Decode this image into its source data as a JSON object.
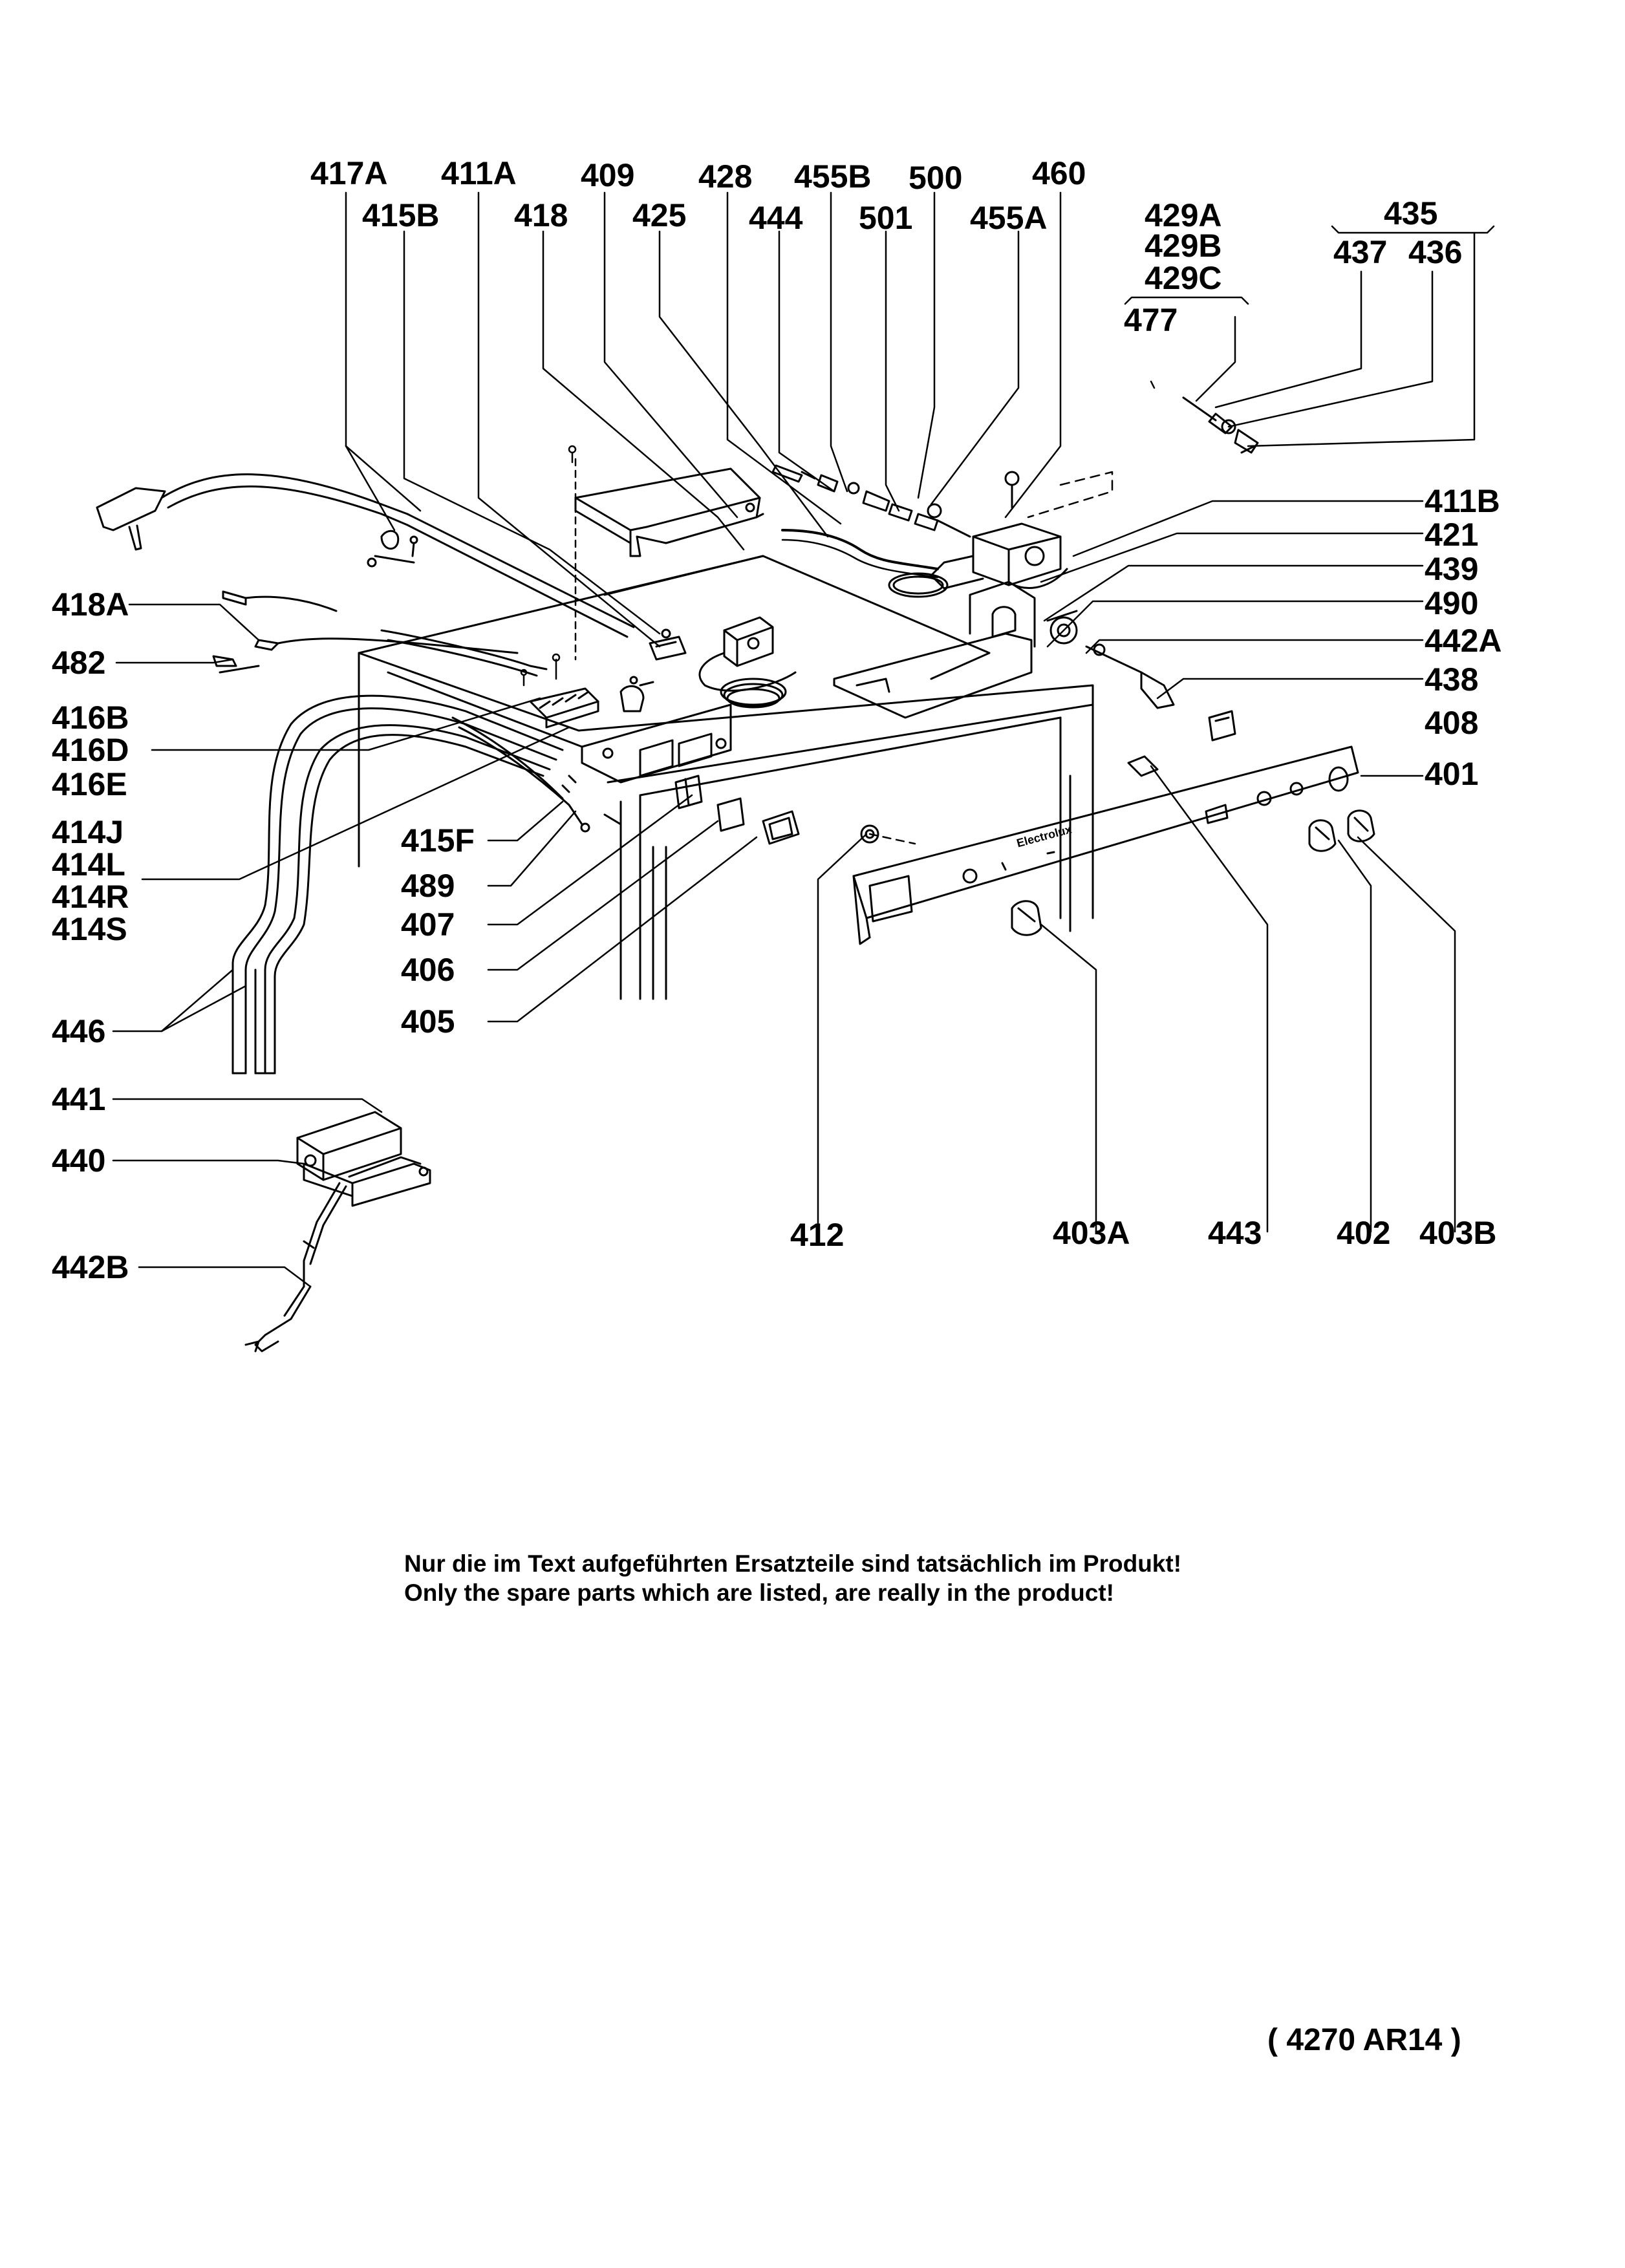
{
  "diagram": {
    "labels": {
      "l417A": "417A",
      "l411A": "411A",
      "l409": "409",
      "l428": "428",
      "l455B": "455B",
      "l500": "500",
      "l460": "460",
      "l415B": "415B",
      "l418": "418",
      "l425": "425",
      "l444": "444",
      "l501": "501",
      "l455A": "455A",
      "l429A": "429A",
      "l429B": "429B",
      "l429C": "429C",
      "l435": "435",
      "l437": "437",
      "l436": "436",
      "l477": "477",
      "l411B": "411B",
      "l421": "421",
      "l439": "439",
      "l490": "490",
      "l442A": "442A",
      "l438": "438",
      "l408": "408",
      "l401": "401",
      "l418A": "418A",
      "l482": "482",
      "l416B": "416B",
      "l416D": "416D",
      "l416E": "416E",
      "l414J": "414J",
      "l414L": "414L",
      "l414R": "414R",
      "l414S": "414S",
      "l415F": "415F",
      "l489": "489",
      "l407": "407",
      "l406": "406",
      "l405": "405",
      "l446": "446",
      "l441": "441",
      "l440": "440",
      "l442B": "442B",
      "l412": "412",
      "l403A": "403A",
      "l443": "443",
      "l402": "402",
      "l403B": "403B"
    },
    "panel_brand": "Electrolux"
  },
  "notes": {
    "german": "Nur die im Text aufgeführten Ersatzteile sind tatsächlich im Produkt!",
    "english": "Only the spare parts which are listed, are really in the product!"
  },
  "drawing_code": "( 4270 AR14 )"
}
